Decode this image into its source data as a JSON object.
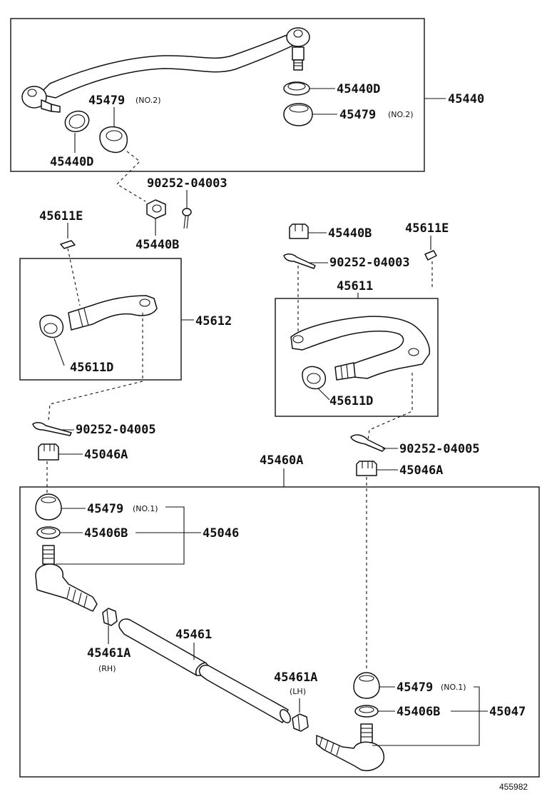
{
  "figure_ref": "455982",
  "labels": {
    "n45440": "45440",
    "n45440d_top": "45440D",
    "n45479_top": "45479",
    "n45479_top_sub": "(NO.2)",
    "n45479_left": "45479",
    "n45479_left_sub": "(NO.2)",
    "n45440d_left": "45440D",
    "n90252_04003_left": "90252-04003",
    "n45440b_left": "45440B",
    "n45611e_left": "45611E",
    "n45612": "45612",
    "n45611d_left": "45611D",
    "n45440b_right": "45440B",
    "n45611e_right": "45611E",
    "n90252_04003_right": "90252-04003",
    "n45611": "45611",
    "n45611d_right": "45611D",
    "n90252_04005_left": "90252-04005",
    "n45046a_left": "45046A",
    "n45460a": "45460A",
    "n90252_04005_right": "90252-04005",
    "n45046a_right": "45046A",
    "n45479_no1_left": "45479",
    "n45479_no1_left_sub": "(NO.1)",
    "n45406b_left": "45406B",
    "n45046": "45046",
    "n45461": "45461",
    "n45461a_rh": "45461A",
    "n45461a_rh_sub": "(RH)",
    "n45461a_lh": "45461A",
    "n45461a_lh_sub": "(LH)",
    "n45479_no1_right": "45479",
    "n45479_no1_right_sub": "(NO.1)",
    "n45406b_right": "45406B",
    "n45047": "45047"
  }
}
